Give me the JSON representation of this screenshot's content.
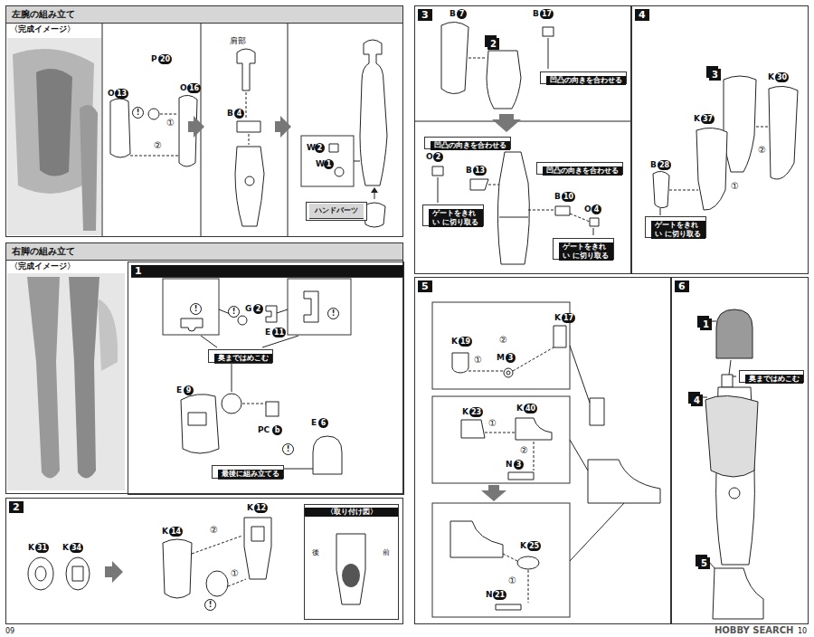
{
  "diagram": {
    "nodes": [
      {
        "text": [
          "左腕の組み立て",
          "〈完成イメージ〉"
        ]
      },
      {
        "text": [
          "ハンドパーツ"
        ],
        "in": 0
      },
      {
        "text": [
          "右脚の組み立て",
          "〈完成イメージ〉"
        ]
      },
      {
        "text": [
          "1"
        ],
        "in": 2
      },
      {
        "text": [
          "奥まではめこむ"
        ],
        "in": 3
      },
      {
        "text": [
          "最後に組み立てる"
        ],
        "in": 3
      },
      {
        "text": [
          "2"
        ]
      },
      {
        "text": [
          "〈取り付け図〉",
          "後",
          "前"
        ],
        "in": 6
      },
      {
        "text": [
          "3"
        ]
      },
      {
        "text": [
          "2"
        ],
        "in": 8
      },
      {
        "text": [
          "凹凸の向きを合わせる"
        ],
        "in": 8
      },
      {
        "text": [
          "凹凸の向きを合わせる"
        ],
        "in": 8
      },
      {
        "text": [
          "凹凸の向きを合わせる"
        ],
        "in": 8
      },
      {
        "text": [
          "ゲートをきれい に切り取る"
        ],
        "in": 8
      },
      {
        "text": [
          "ゲートをきれい に切り取る"
        ],
        "in": 8
      },
      {
        "text": [
          "4"
        ]
      },
      {
        "text": [
          "3"
        ],
        "in": 15
      },
      {
        "text": [
          "ゲートをきれい に切り取る"
        ],
        "in": 15
      },
      {
        "text": [
          "5"
        ]
      },
      {
        "text": [
          "6"
        ]
      },
      {
        "text": [
          "1"
        ],
        "in": 19
      },
      {
        "text": [
          "4"
        ],
        "in": 19
      },
      {
        "text": [
          "5"
        ],
        "in": 19
      },
      {
        "text": [
          "奥まではめこむ"
        ],
        "in": 19
      }
    ],
    "labels": [
      "O",
      "13",
      "P",
      "20",
      "O",
      "16",
      "!",
      "①",
      "②",
      "肩部",
      "B",
      "4",
      "W",
      "2",
      "W",
      "1",
      "!",
      "!",
      "!",
      "G",
      "2",
      "E",
      "11",
      "E",
      "9",
      "PC",
      "b",
      "!",
      "E",
      "6",
      "K",
      "31",
      "K",
      "34",
      "K",
      "14",
      "K",
      "12",
      "②",
      "①",
      "!",
      "B",
      "7",
      "B",
      "17",
      "O",
      "2",
      "B",
      "13",
      "B",
      "10",
      "O",
      "4",
      "K",
      "30",
      "K",
      "37",
      "B",
      "28",
      "①",
      "②",
      "K",
      "19",
      "②",
      "K",
      "17",
      "M",
      "3",
      "①",
      "K",
      "23",
      "①",
      "K",
      "40",
      "②",
      "N",
      "3",
      "K",
      "25",
      "①",
      "N",
      "21",
      "09",
      "10",
      "HOBBY SEARCH"
    ]
  }
}
